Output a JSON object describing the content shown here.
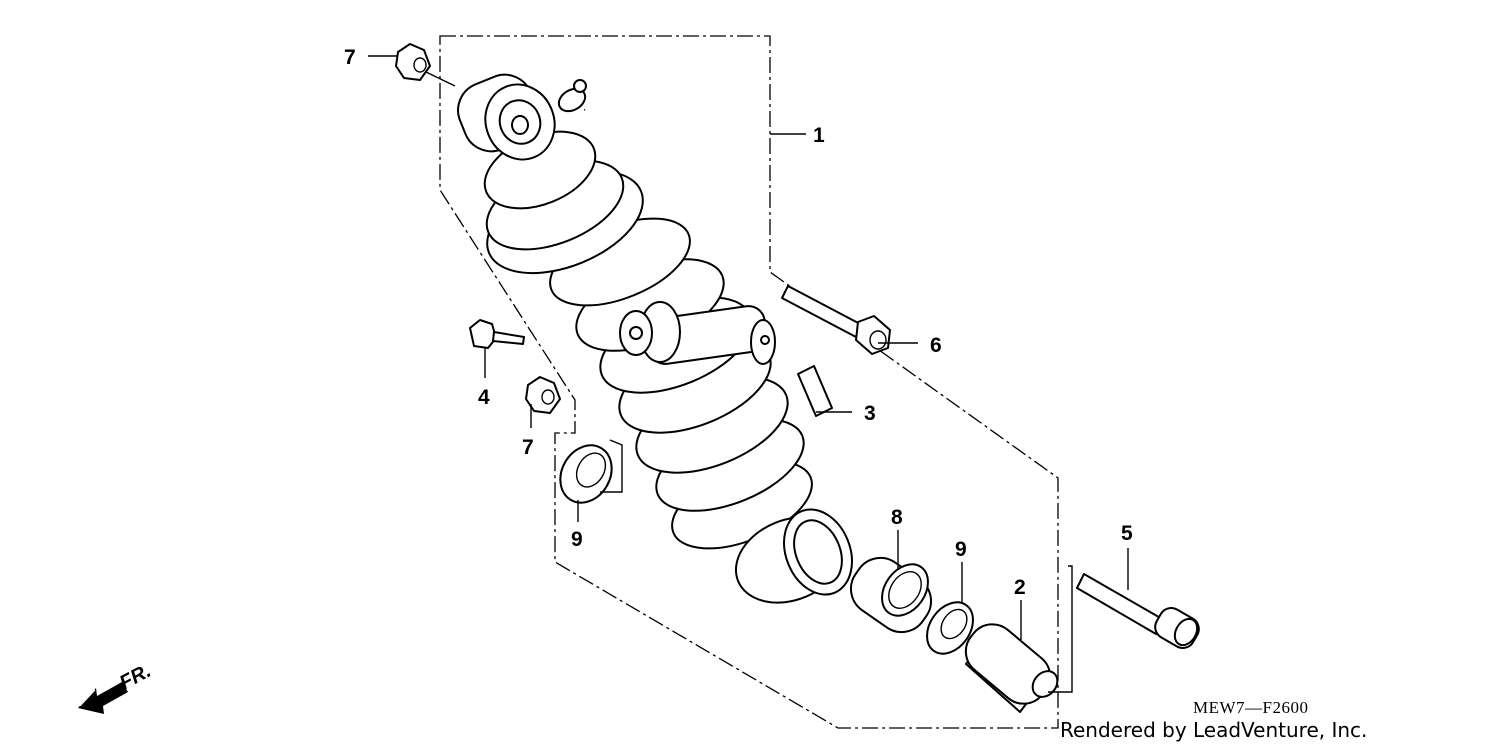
{
  "diagram": {
    "callouts": [
      {
        "id": "label-1",
        "text": "1"
      },
      {
        "id": "label-2",
        "text": "2"
      },
      {
        "id": "label-3",
        "text": "3"
      },
      {
        "id": "label-4",
        "text": "4"
      },
      {
        "id": "label-5",
        "text": "5"
      },
      {
        "id": "label-6",
        "text": "6"
      },
      {
        "id": "label-7a",
        "text": "7"
      },
      {
        "id": "label-7b",
        "text": "7"
      },
      {
        "id": "label-8",
        "text": "8"
      },
      {
        "id": "label-9a",
        "text": "9"
      },
      {
        "id": "label-9b",
        "text": "9"
      }
    ],
    "direction_marker": "FR.",
    "diagram_code": "MEW7—F2600",
    "credit": "Rendered by LeadVenture, Inc."
  }
}
